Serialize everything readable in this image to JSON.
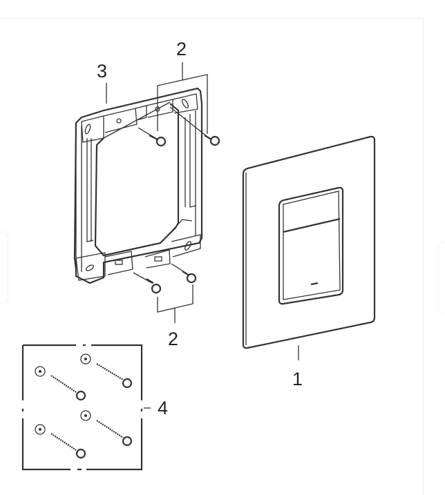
{
  "diagram": {
    "type": "exploded-assembly-view",
    "subject": "flush plate installation parts",
    "parts": [
      {
        "id": "1",
        "label": "1",
        "name": "flush plate"
      },
      {
        "id": "2",
        "label": "2",
        "name": "mounting screws (upper pair)"
      },
      {
        "id": "2b",
        "label": "2",
        "name": "mounting screws (lower pair)"
      },
      {
        "id": "3",
        "label": "3",
        "name": "mounting frame"
      },
      {
        "id": "4",
        "label": "4",
        "name": "screw and washer set (4x)"
      }
    ]
  },
  "carousel": {
    "prev_label": "",
    "next_label": ""
  },
  "colors": {
    "line": "#333333",
    "background": "#ffffff",
    "frame_border": "#ececec"
  }
}
